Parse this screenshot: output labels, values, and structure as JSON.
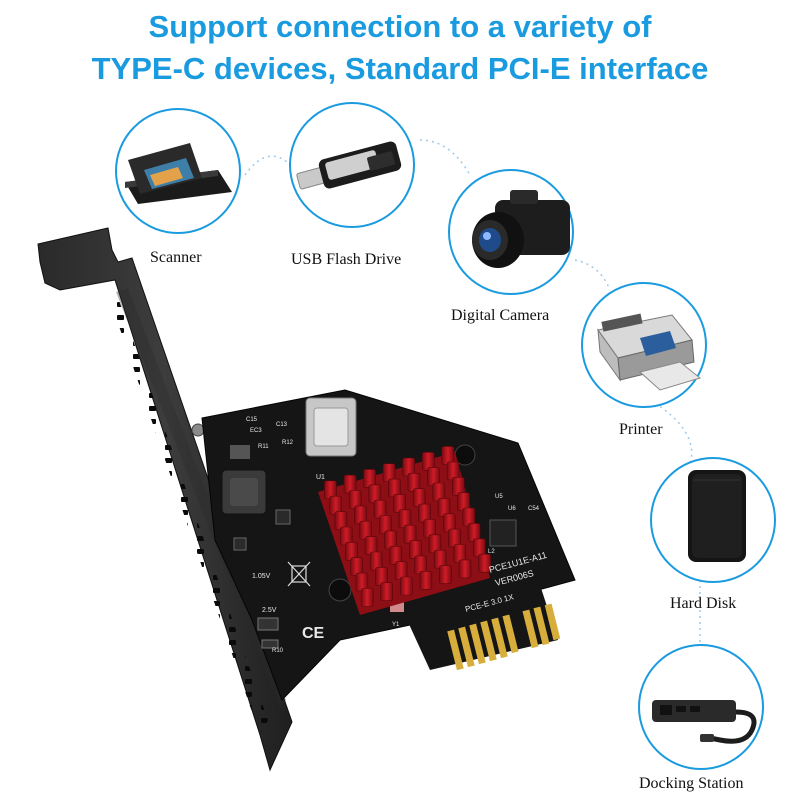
{
  "headline": {
    "line1": "Support connection to a variety of",
    "line2": "TYPE-C devices, Standard PCI-E interface"
  },
  "devices": [
    {
      "label": "Scanner",
      "icon": "scanner-icon"
    },
    {
      "label": "USB Flash Drive",
      "icon": "usb-flash-drive-icon"
    },
    {
      "label": "Digital Camera",
      "icon": "digital-camera-icon"
    },
    {
      "label": "Printer",
      "icon": "printer-icon"
    },
    {
      "label": "Hard Disk",
      "icon": "hard-disk-icon"
    },
    {
      "label": "Docking Station",
      "icon": "docking-station-icon"
    }
  ],
  "card": {
    "model": "PCE1U1E-A11",
    "version": "VER006S",
    "bus": "PCE-E 3.0 1X",
    "ce_mark": "CE",
    "voltage_1": "1.05V",
    "voltage_2": "2.5V",
    "silk_u1": "U1",
    "silk_c15": "C15",
    "silk_ec3": "EC3",
    "silk_r11": "R11",
    "silk_c13": "C13",
    "silk_r12": "R12",
    "silk_l2": "L2",
    "silk_u5": "U5",
    "silk_u6": "U6",
    "silk_c54": "C54",
    "silk_y1": "Y1",
    "silk_r10": "R10"
  },
  "colors": {
    "headline": "#1a9be0",
    "ring": "#1a9be0",
    "heatsink": "#b3121d",
    "pcb": "#151515",
    "gold_contacts": "#d7ae3c"
  }
}
